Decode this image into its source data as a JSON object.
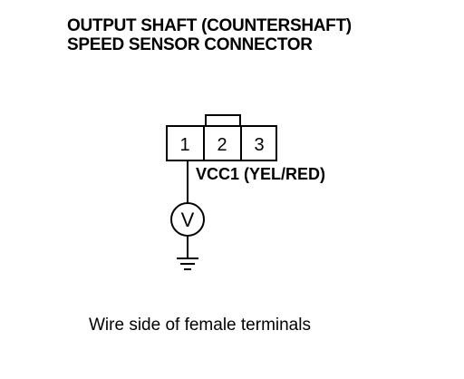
{
  "title": {
    "line1": "OUTPUT SHAFT (COUNTERSHAFT)",
    "line2": "SPEED SENSOR CONNECTOR"
  },
  "connector": {
    "pins": [
      "1",
      "2",
      "3"
    ]
  },
  "terminal_label": "VCC1 (YEL/RED)",
  "meter_symbol": "V",
  "caption": "Wire side of female terminals",
  "colors": {
    "ink": "#000000",
    "background": "#ffffff"
  }
}
